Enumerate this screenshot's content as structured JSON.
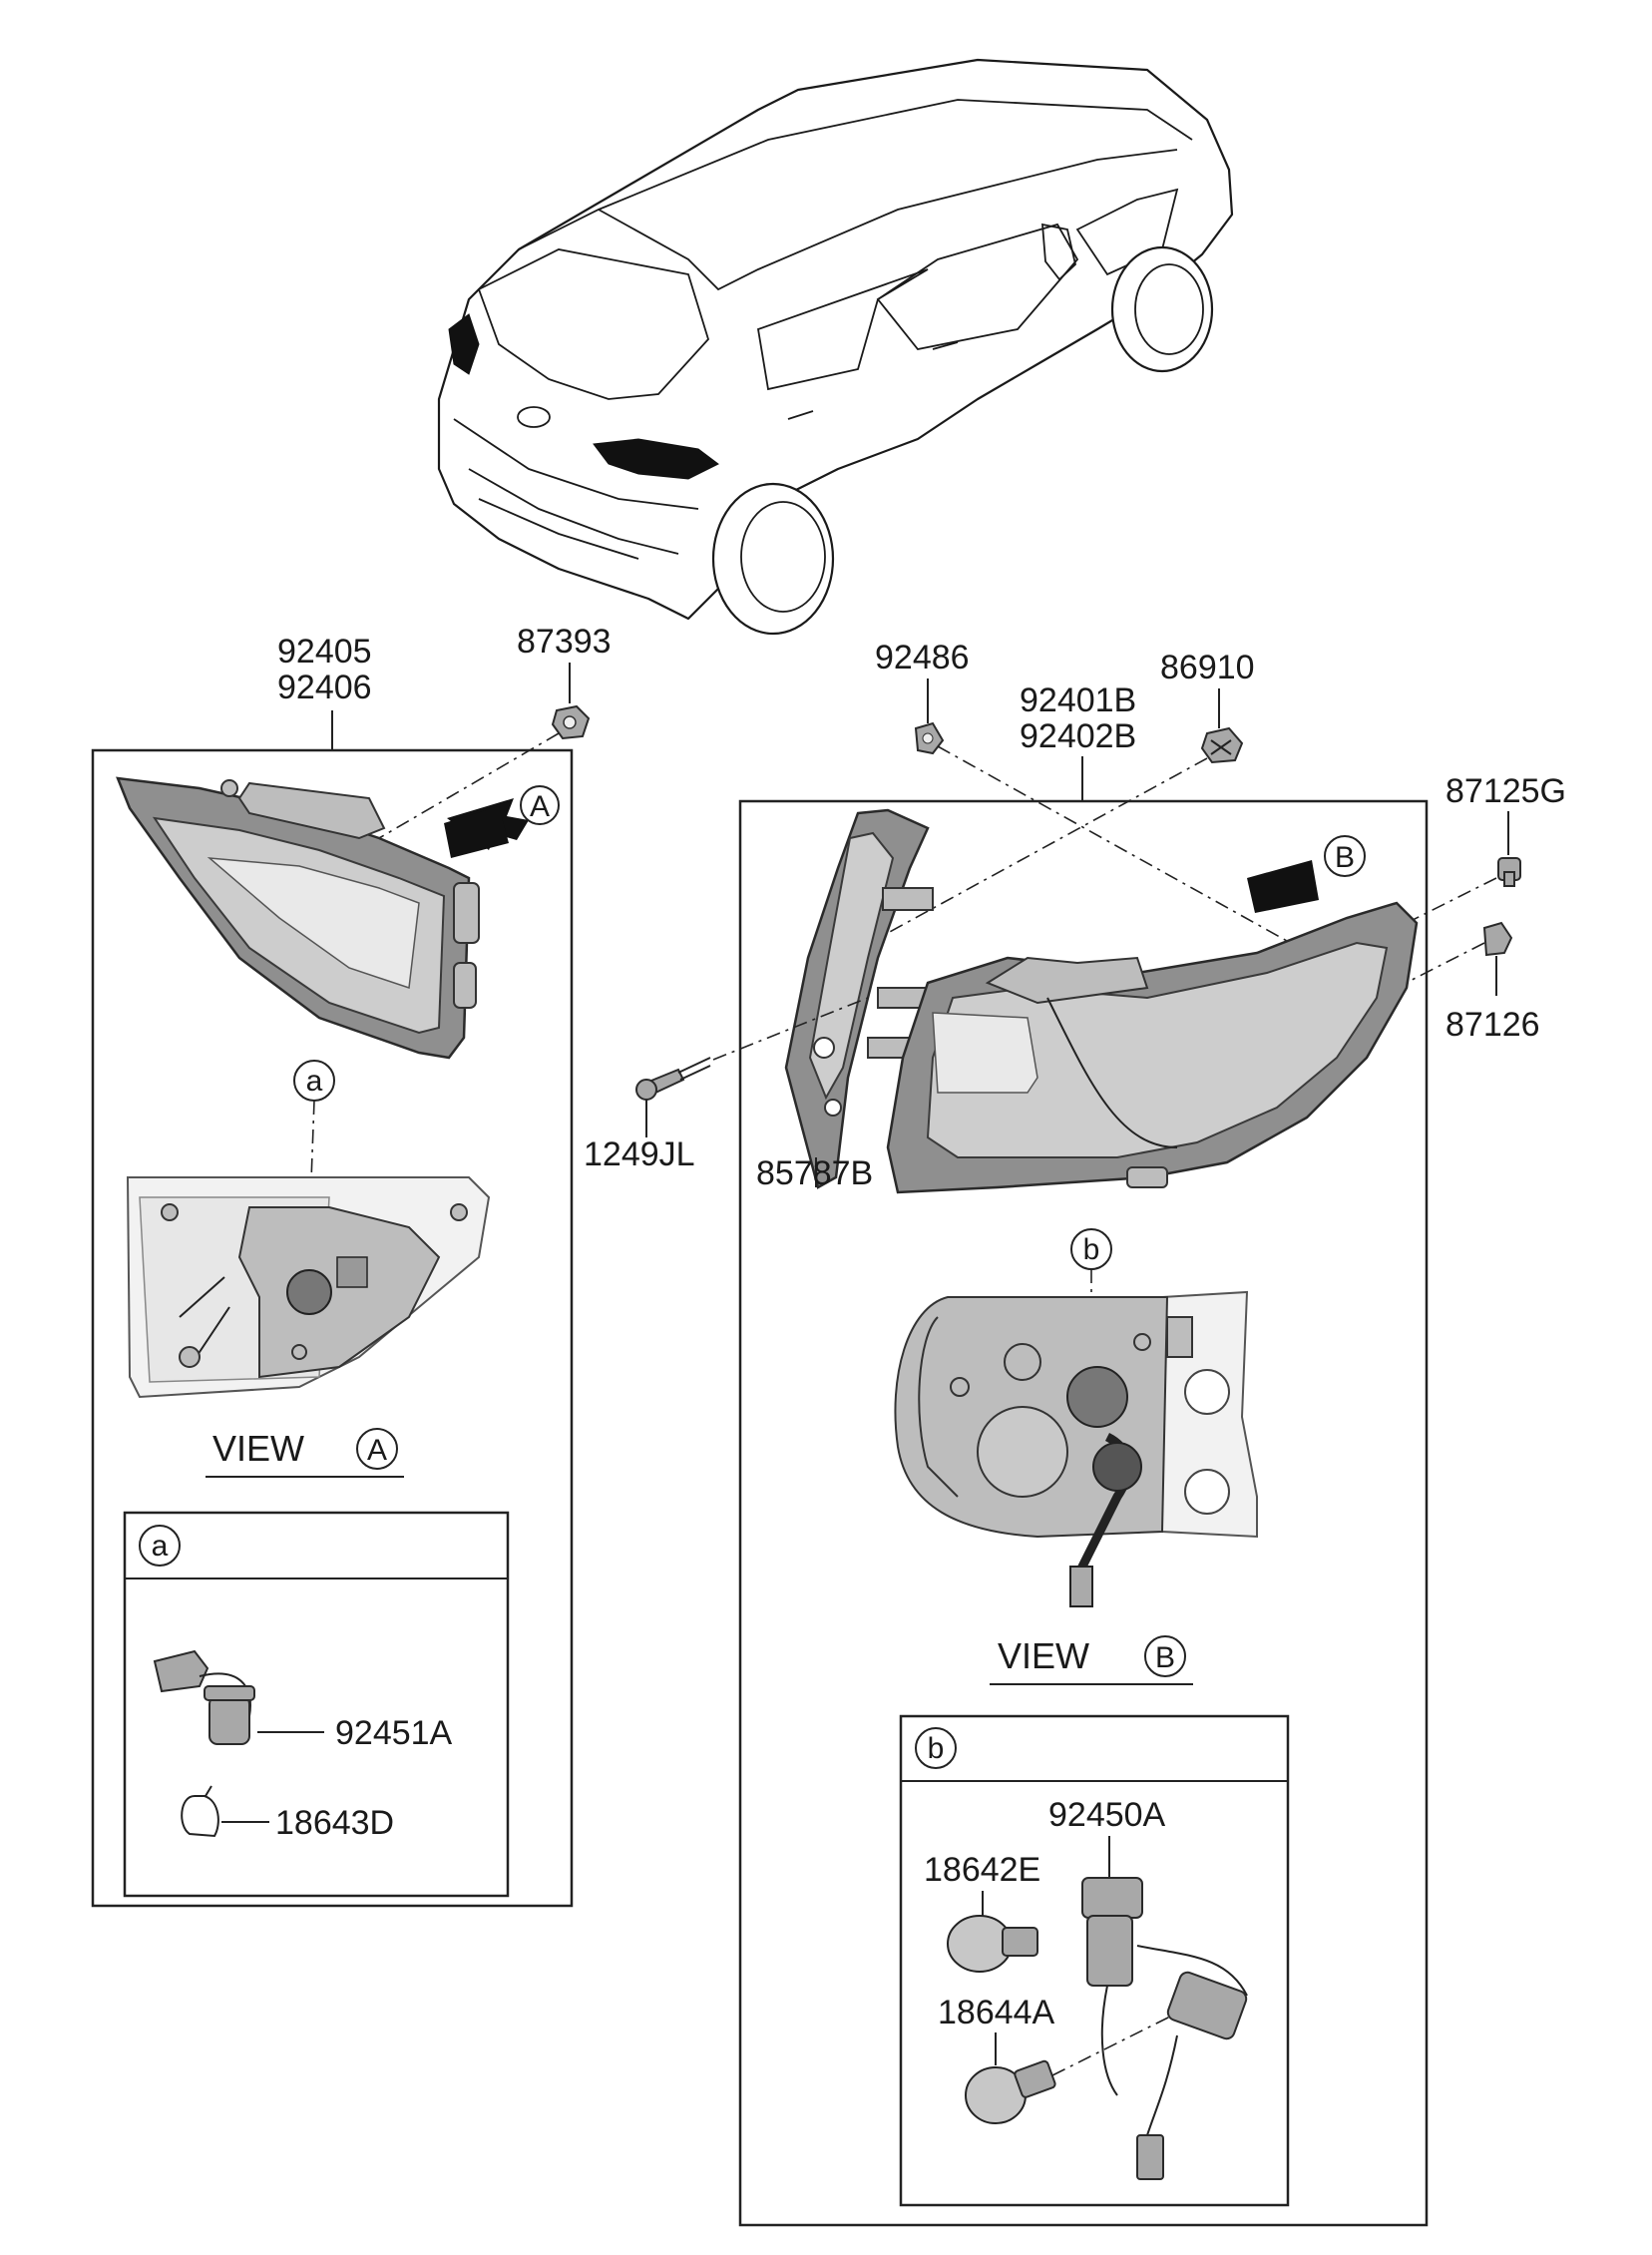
{
  "parts": {
    "p92405": "92405",
    "p92406": "92406",
    "p87393": "87393",
    "p92486": "92486",
    "p92401B": "92401B",
    "p92402B": "92402B",
    "p86910": "86910",
    "p87125G": "87125G",
    "p87126": "87126",
    "p1249JL": "1249JL",
    "p85787B": "85787B",
    "p92451A": "92451A",
    "p18643D": "18643D",
    "p92450A": "92450A",
    "p18642E": "18642E",
    "p18644A": "18644A"
  },
  "views": {
    "view_word": "VIEW",
    "a_marker": "A",
    "b_marker": "B",
    "detail_a": "a",
    "detail_b": "b"
  }
}
